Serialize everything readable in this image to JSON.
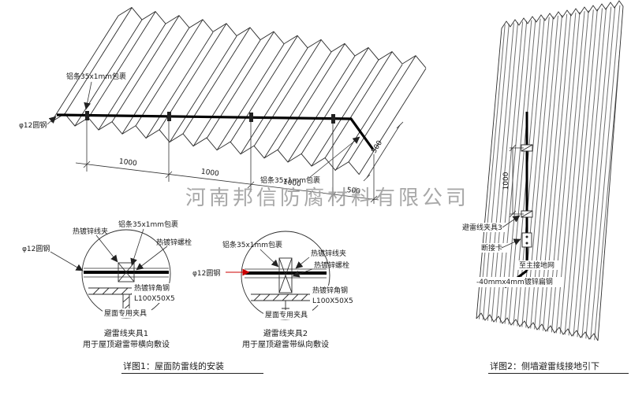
{
  "watermark": "河南邦信防腐材料有限公司",
  "figure1": {
    "caption": "详图1：屋面防雷线的安装",
    "roof": {
      "alu_wrap_top": "铝条35x1mm包裹",
      "alu_wrap_right": "铝条35x1mm包裹",
      "round_steel": "φ12圆钢",
      "dim1": "1000",
      "dim2": "1000",
      "dim3": "1000",
      "dim4": "500",
      "dim_side": "500"
    },
    "detail1": {
      "title": "避雷线夹具1",
      "subtitle": "用于屋顶避雷带横向敷设",
      "wire_clip": "热镀锌线夹",
      "alu_wrap": "铝条35x1mm包裹",
      "bolt": "热镀锌螺栓",
      "round_steel": "φ12圆钢",
      "angle_steel": "热镀锌角钢",
      "angle_size": "L100X50X5",
      "roof_fixture": "屋面专用夹具"
    },
    "detail2": {
      "title": "避雷线夹具2",
      "subtitle": "用于屋顶避雷带纵向敷设",
      "wire_clip": "热镀锌线夹",
      "alu_wrap": "铝条35x1mm包裹",
      "bolt": "热镀锌螺栓",
      "round_steel": "φ12圆钢",
      "angle_steel": "热镀锌角钢",
      "angle_size": "L100X50X5",
      "roof_fixture": "屋面专用夹具"
    }
  },
  "figure2": {
    "caption": "详图2：侧墙避雷线接地引下",
    "clamp3": "避雷线夹具3",
    "disconnect": "断接卡",
    "to_ground": "至主接地网",
    "flat_steel": "-40mmx4mm镀锌扁钢",
    "dim_vertical": "1000"
  },
  "colors": {
    "red": "#cc0000",
    "line": "#2b2b2b"
  }
}
